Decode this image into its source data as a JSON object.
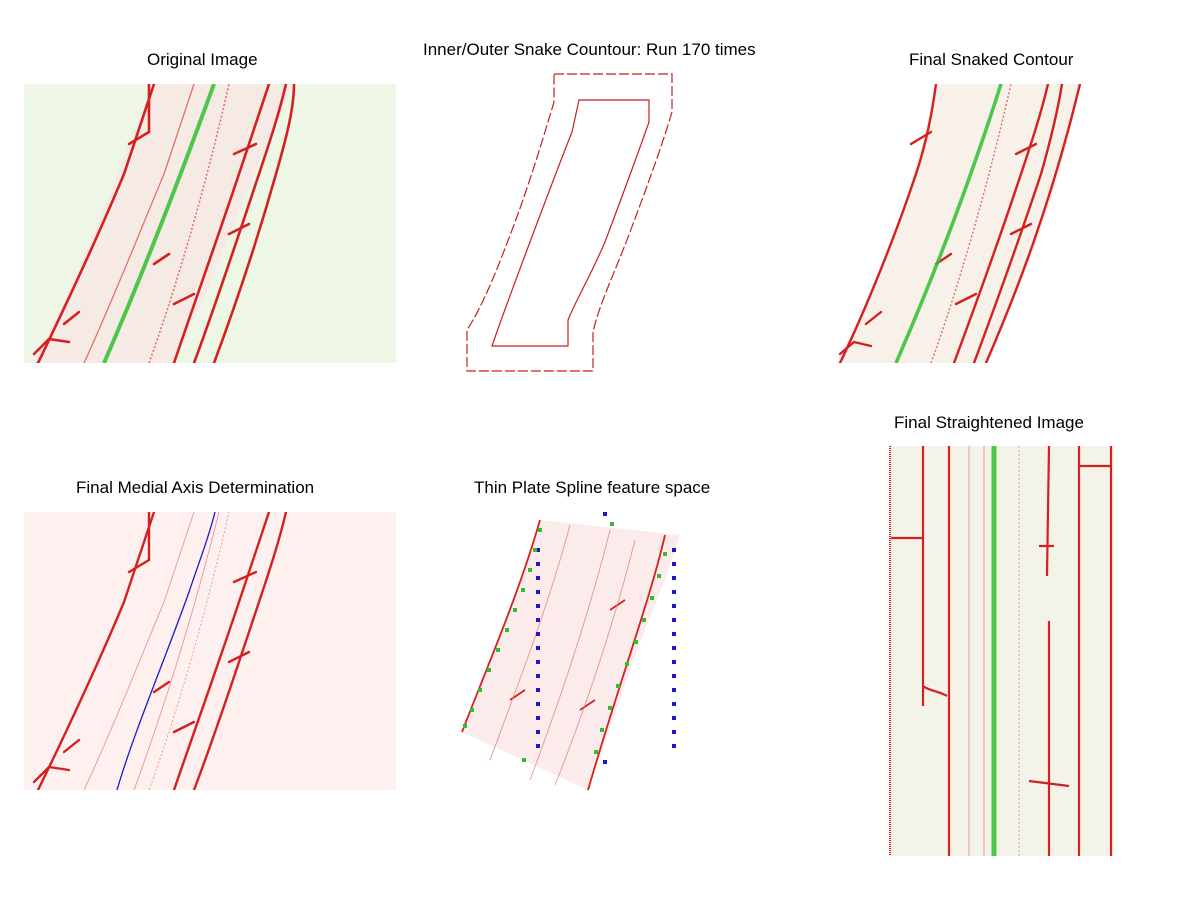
{
  "titles": {
    "original": "Original Image",
    "snake": "Inner/Outer Snake Countour: Run 170 times",
    "final_contour": "Final Snaked Contour",
    "medial": "Final Medial Axis Determination",
    "tps": "Thin Plate Spline feature space",
    "straightened": "Final Straightened Image"
  },
  "colors": {
    "membrane_red": "#d42020",
    "marker_green": "#2fbf2f",
    "axis_blue": "#1a1acc",
    "contour_red": "#c81e1e",
    "tinted_bg": "#eef6e6",
    "pink_bg": "#fff0f0"
  }
}
